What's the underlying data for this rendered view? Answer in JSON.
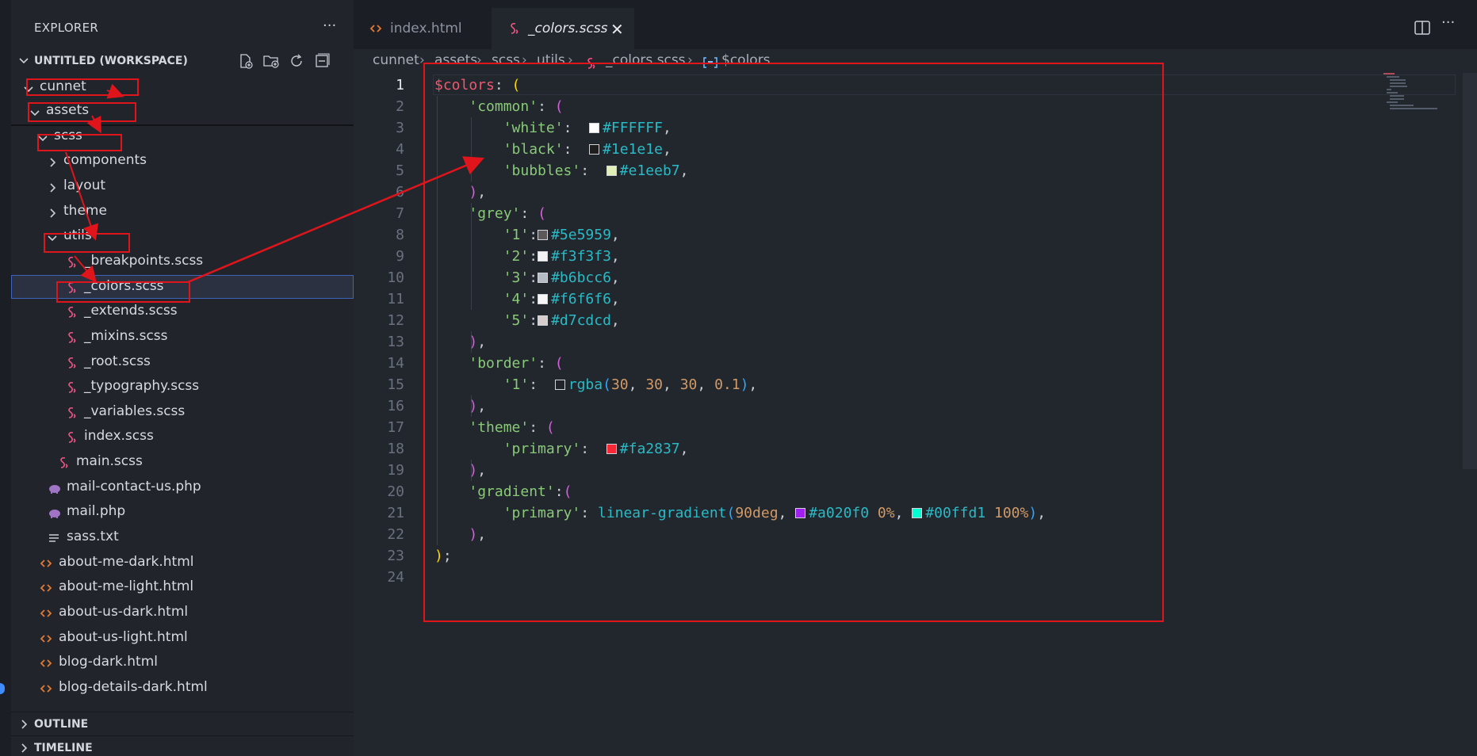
{
  "sidebar": {
    "title": "EXPLORER",
    "more_icon": "ellipsis-icon",
    "workspace_label": "UNTITLED (WORKSPACE)",
    "workspace_actions": [
      "new-file-icon",
      "new-folder-icon",
      "refresh-icon",
      "collapse-all-icon"
    ],
    "tree": [
      {
        "label": "cunnet",
        "kind": "folder-open"
      },
      {
        "label": "assets",
        "kind": "folder-open"
      },
      {
        "label": "scss",
        "kind": "folder-open"
      },
      {
        "label": "components",
        "kind": "folder"
      },
      {
        "label": "layout",
        "kind": "folder"
      },
      {
        "label": "theme",
        "kind": "folder"
      },
      {
        "label": "utils",
        "kind": "folder-open"
      },
      {
        "label": "_breakpoints.scss",
        "kind": "scss"
      },
      {
        "label": "_colors.scss",
        "kind": "scss",
        "selected": true
      },
      {
        "label": "_extends.scss",
        "kind": "scss"
      },
      {
        "label": "_mixins.scss",
        "kind": "scss"
      },
      {
        "label": "_root.scss",
        "kind": "scss"
      },
      {
        "label": "_typography.scss",
        "kind": "scss"
      },
      {
        "label": "_variables.scss",
        "kind": "scss"
      },
      {
        "label": "index.scss",
        "kind": "scss"
      },
      {
        "label": "main.scss",
        "kind": "scss"
      },
      {
        "label": "mail-contact-us.php",
        "kind": "php"
      },
      {
        "label": "mail.php",
        "kind": "php"
      },
      {
        "label": "sass.txt",
        "kind": "txt"
      },
      {
        "label": "about-me-dark.html",
        "kind": "html"
      },
      {
        "label": "about-me-light.html",
        "kind": "html"
      },
      {
        "label": "about-us-dark.html",
        "kind": "html"
      },
      {
        "label": "about-us-light.html",
        "kind": "html"
      },
      {
        "label": "blog-dark.html",
        "kind": "html"
      },
      {
        "label": "blog-details-dark.html",
        "kind": "html"
      }
    ],
    "outline_label": "OUTLINE",
    "timeline_label": "TIMELINE"
  },
  "tabs": [
    {
      "label": "index.html",
      "icon": "html-file-icon",
      "active": false
    },
    {
      "label": "_colors.scss",
      "icon": "scss-file-icon",
      "active": true,
      "close_icon": "close-icon"
    }
  ],
  "tabbar_actions": [
    "split-editor-icon",
    "more-actions-icon"
  ],
  "breadcrumb": {
    "segments": [
      "cunnet",
      "assets",
      "scss",
      "utils",
      "_colors.scss",
      "$colors"
    ]
  },
  "editor": {
    "current_line": 1,
    "line_numbers": [
      "1",
      "2",
      "3",
      "4",
      "5",
      "6",
      "7",
      "8",
      "9",
      "10",
      "11",
      "12",
      "13",
      "14",
      "15",
      "16",
      "17",
      "18",
      "19",
      "20",
      "21",
      "22",
      "23",
      "24"
    ]
  },
  "colors": {
    "accent": "#3e64ba",
    "annotation": "#e0151c",
    "scss_icon": "#f55385",
    "html_icon": "#e37933",
    "php_icon": "#a074c4",
    "swatches": {
      "white": "#FFFFFF",
      "black": "#1e1e1e",
      "bubbles": "#e1eeb7",
      "grey1": "#5e5959",
      "grey2": "#f3f3f3",
      "grey3": "#b6bcc6",
      "grey4": "#f6f6f6",
      "grey5": "#d7cdcd",
      "border1": "rgba(30, 30, 30, 0.1)",
      "primary": "#fa2837",
      "grad_start": "#a020f0",
      "grad_end": "#00ffd1"
    }
  }
}
